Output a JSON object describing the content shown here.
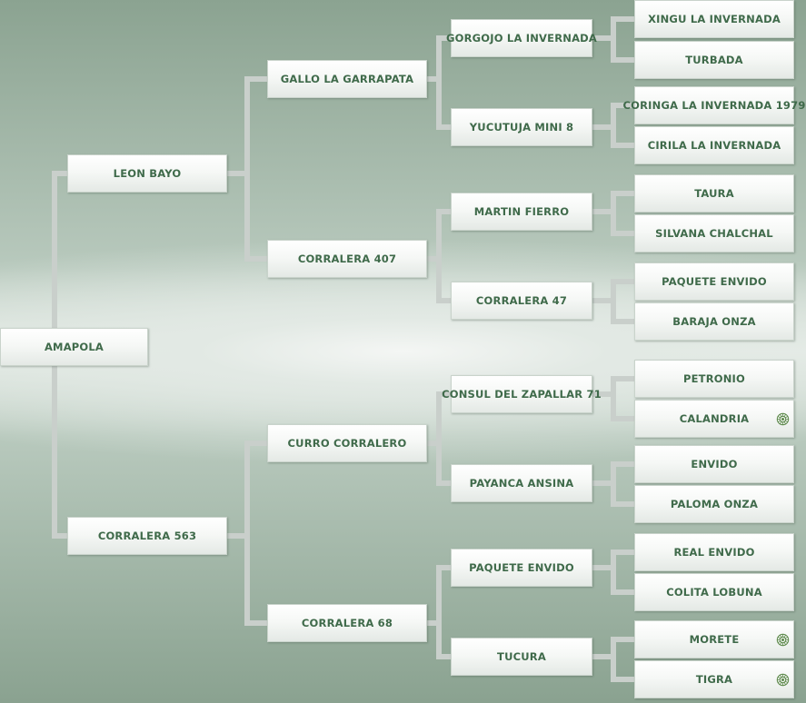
{
  "pedigree": {
    "subject": "AMAPOLA",
    "parents": [
      "LEON BAYO",
      "CORRALERA 563"
    ],
    "grandparents": [
      "GALLO LA GARRAPATA",
      "CORRALERA 407",
      "CURRO CORRALERO",
      "CORRALERA 68"
    ],
    "great_grandparents": [
      "GORGOJO LA INVERNADA",
      "YUCUTUJA MINI 8",
      "MARTIN FIERRO",
      "CORRALERA 47",
      "CONSUL DEL ZAPALLAR 71",
      "PAYANCA ANSINA",
      "PAQUETE ENVIDO",
      "TUCURA"
    ],
    "great_great_grandparents": [
      "XINGU LA INVERNADA",
      "TURBADA",
      "CORINGA LA INVERNADA 1979",
      "CIRILA LA INVERNADA",
      "TAURA",
      "SILVANA CHALCHAL",
      "PAQUETE ENVIDO",
      "BARAJA ONZA",
      "PETRONIO",
      "CALANDRIA",
      "ENVIDO",
      "PALOMA ONZA",
      "REAL ENVIDO",
      "COLITA LOBUNA",
      "MORETE",
      "TIGRA"
    ],
    "medal_marks": [
      false,
      false,
      false,
      false,
      false,
      false,
      false,
      false,
      false,
      true,
      false,
      false,
      false,
      false,
      true,
      true
    ],
    "colors": {
      "text": "#3f6a4a",
      "connector": "#c9cfcb",
      "medal": "#5e8a4c"
    },
    "medal_icon": "award-seal-icon"
  }
}
